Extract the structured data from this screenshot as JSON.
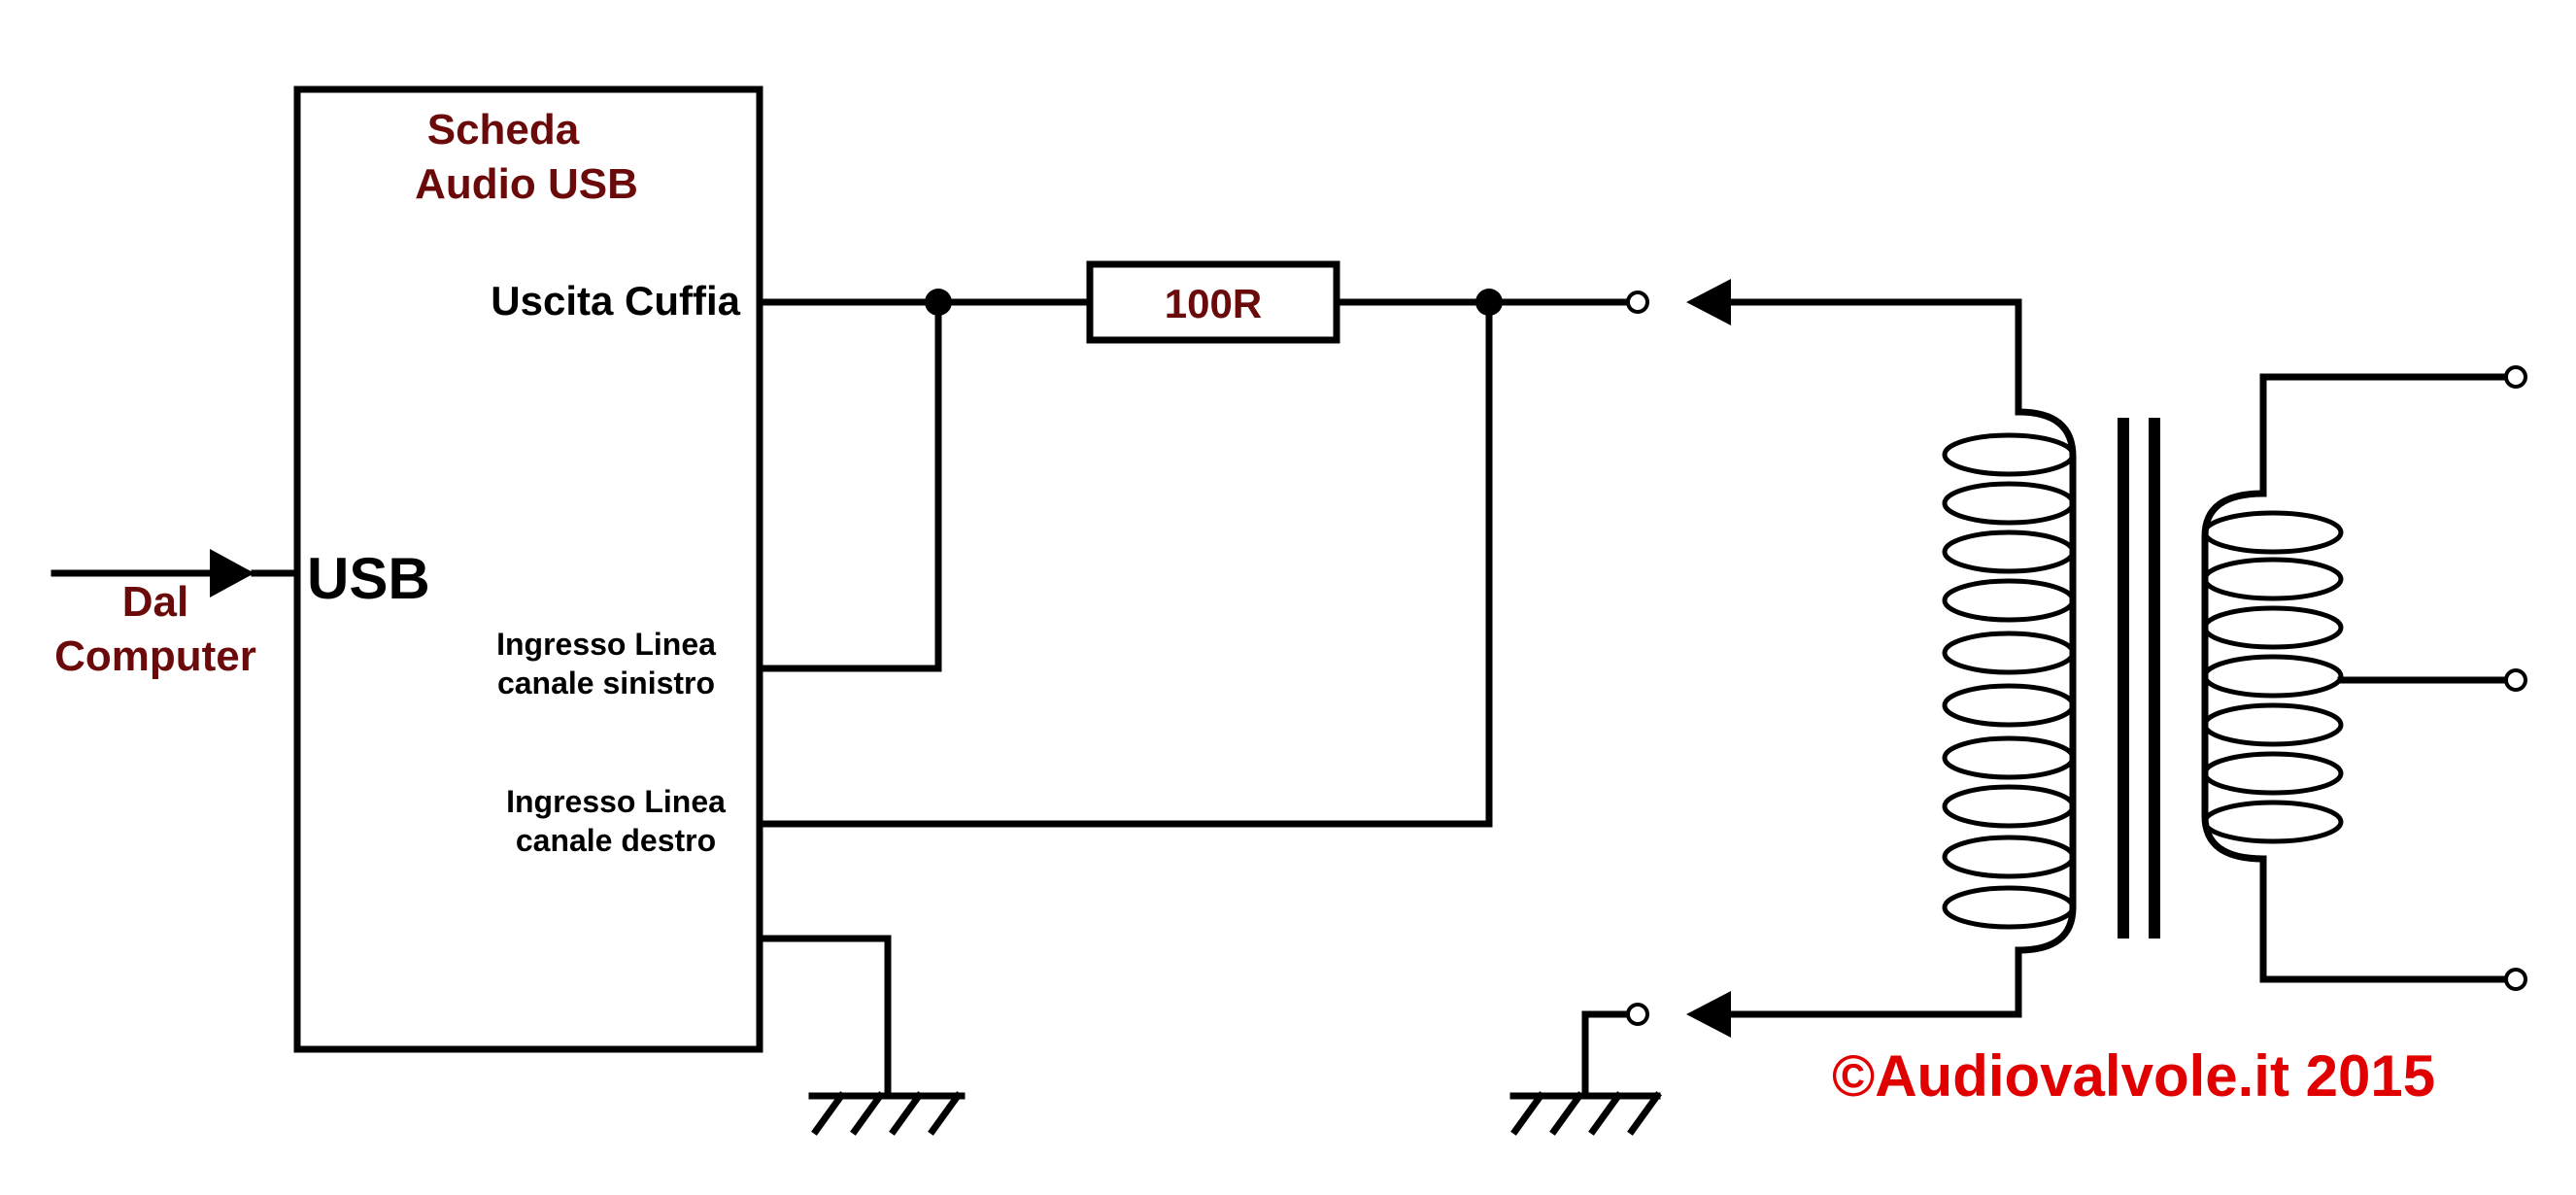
{
  "labels": {
    "card_title_line1": "Scheda",
    "card_title_line2": "Audio USB",
    "headphone_out": "Uscita Cuffia",
    "usb": "USB",
    "from_line1": "Dal",
    "from_line2": "Computer",
    "left_in_line1": "Ingresso Linea",
    "left_in_line2": "canale sinistro",
    "right_in_line1": "Ingresso Linea",
    "right_in_line2": "canale destro",
    "resistor": "100R",
    "copyright": "©Audiovalvole.it 2015"
  },
  "colors": {
    "wire": "#000000",
    "label_dark_red": "#6b0a0a",
    "copyright_red": "#e00000"
  }
}
